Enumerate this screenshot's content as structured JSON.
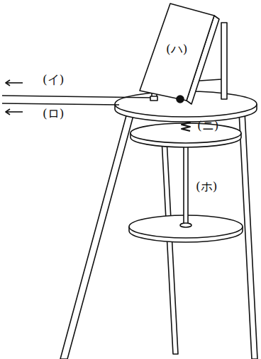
{
  "diagram": {
    "labels": [
      "(イ)",
      "(ロ)",
      "(ハ)",
      "(ニ)",
      "(ホ)"
    ]
  }
}
